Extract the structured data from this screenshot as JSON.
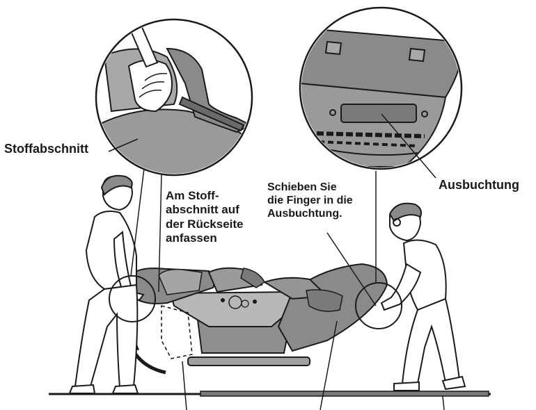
{
  "labels": {
    "stoffabschnitt": "Stoffabschnitt",
    "ausbuchtung": "Ausbuchtung",
    "grip_instruction": "Am Stoff-\nabschnitt auf\nder Rückseite\nanfassen",
    "slide_instruction": "Schieben Sie\ndie Finger in die\nAusbuchtung."
  },
  "colors": {
    "line": "#1a1a1a",
    "chair_fill": "#8a8a8a",
    "chair_dark": "#6e6e6e",
    "base_fill": "#9a9a9a",
    "floor_fill": "#7a7a7a",
    "skin": "#ffffff"
  }
}
